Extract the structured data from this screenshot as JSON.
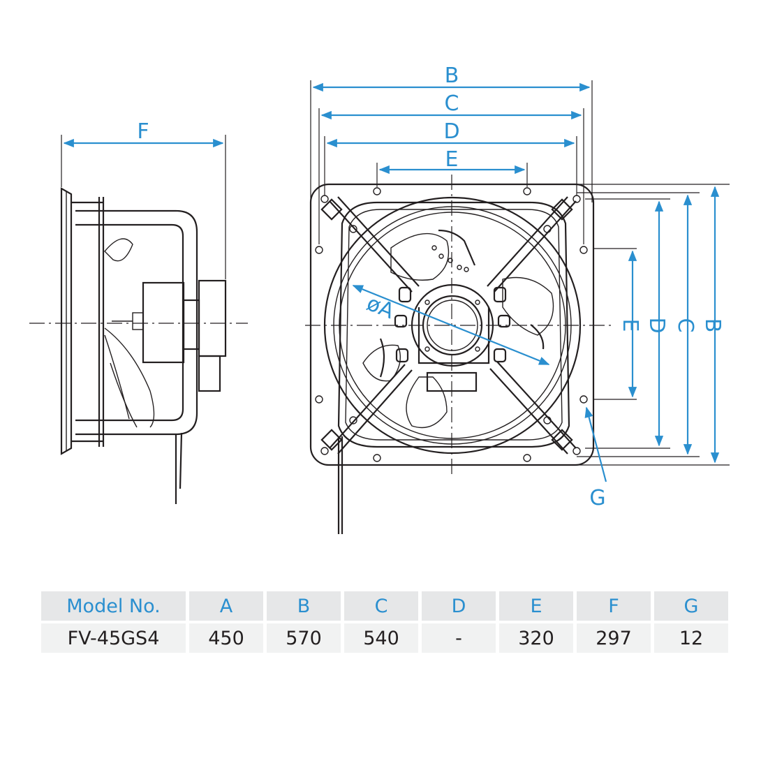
{
  "drawing": {
    "side_view": {
      "dimension_labels": {
        "F": "F"
      }
    },
    "front_view": {
      "dimension_labels": {
        "top_B": "B",
        "top_C": "C",
        "top_D": "D",
        "top_E": "E",
        "right_E": "E",
        "right_D": "D",
        "right_C": "C",
        "right_B": "B",
        "diameter_A": "øA",
        "hole_G": "G"
      }
    },
    "dimension_color": "#2a8fcf",
    "line_color": "#231f20"
  },
  "spec_table": {
    "headers": [
      "Model No.",
      "A",
      "B",
      "C",
      "D",
      "E",
      "F",
      "G"
    ],
    "rows": [
      [
        "FV-45GS4",
        "450",
        "570",
        "540",
        "-",
        "320",
        "297",
        "12"
      ]
    ],
    "header_bg": "#e6e7e8",
    "row_bg": "#f1f2f2"
  }
}
